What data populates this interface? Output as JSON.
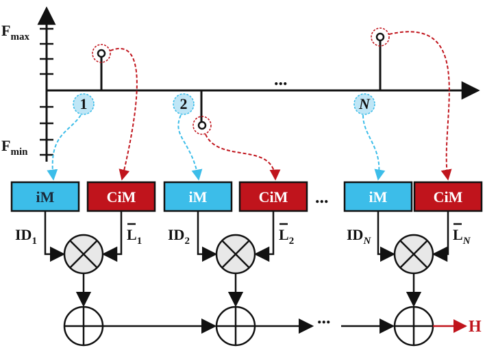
{
  "axis": {
    "f_max_main": "F",
    "f_max_sub": "max",
    "f_min_main": "F",
    "f_min_sub": "min",
    "ellipsis": "..."
  },
  "nodes": [
    {
      "label": "1"
    },
    {
      "label": "2"
    },
    {
      "label": "N"
    }
  ],
  "stages": [
    {
      "im_label": "iM",
      "cim_label": "CiM",
      "id_main": "ID",
      "id_sub": "1",
      "l_main": "L",
      "l_sub": "1"
    },
    {
      "im_label": "iM",
      "cim_label": "CiM",
      "id_main": "ID",
      "id_sub": "2",
      "l_main": "L",
      "l_sub": "2"
    },
    {
      "im_label": "iM",
      "cim_label": "CiM",
      "id_main": "ID",
      "id_sub": "N",
      "l_main": "L",
      "l_sub": "N"
    }
  ],
  "box_ellipsis": "...",
  "adder_ellipsis": "...",
  "output_label": "H",
  "colors": {
    "im_fill": "#3cbde9",
    "cim_fill": "#c0141c",
    "blue_dash": "#3cbde9",
    "red_dash": "#c0141c",
    "output": "#c0141c",
    "op_fill": "#e8e8e8"
  }
}
